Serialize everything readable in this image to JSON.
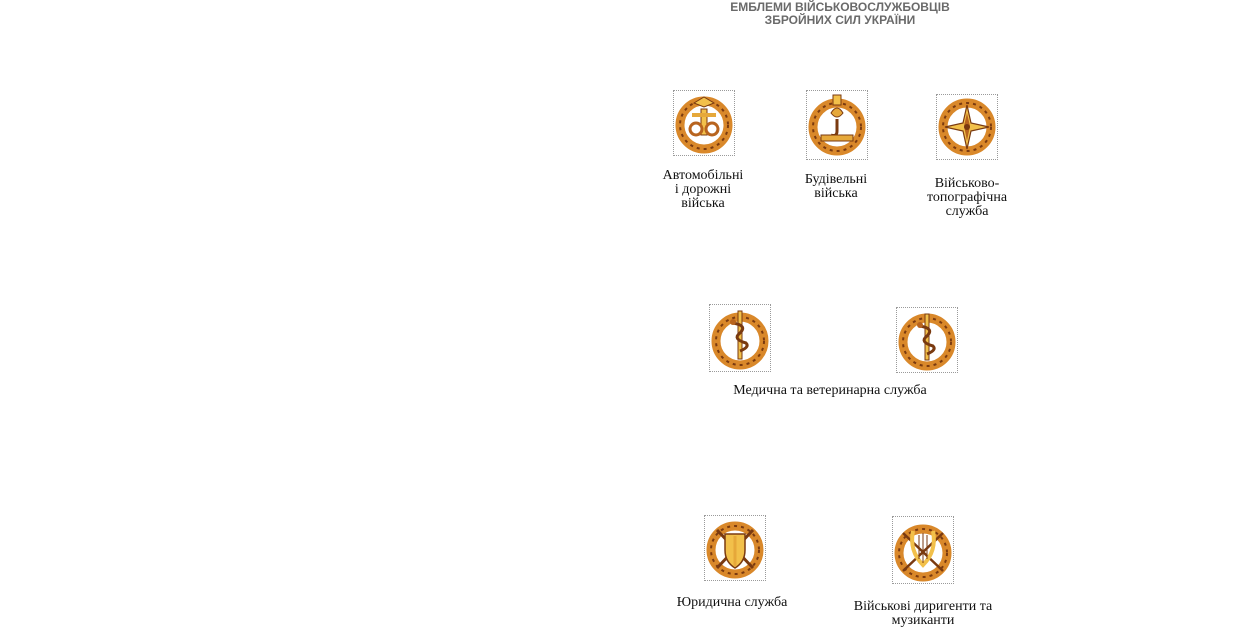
{
  "title": {
    "line1": "ЕМБЛЕМИ ВІЙСЬКОВОСЛУЖБОВЦІВ",
    "line2": "ЗБРОЙНИХ СИЛ УКРАЇНИ"
  },
  "captions": {
    "auto_l1": "Автомобільні",
    "auto_l2": "і дорожні",
    "auto_l3": "війська",
    "build_l1": "Будівельні",
    "build_l2": "війська",
    "topo_l1": "Військово-",
    "topo_l2": "топографічна",
    "topo_l3": "служба",
    "medical": "Медична та ветеринарна служба",
    "legal": "Юридична служба",
    "music_l1": "Військові диригенти та",
    "music_l2": "музиканти"
  },
  "colors": {
    "wreath": "#d9882a",
    "wreath_dark": "#7a3a10",
    "gold": "#f2c04a"
  }
}
